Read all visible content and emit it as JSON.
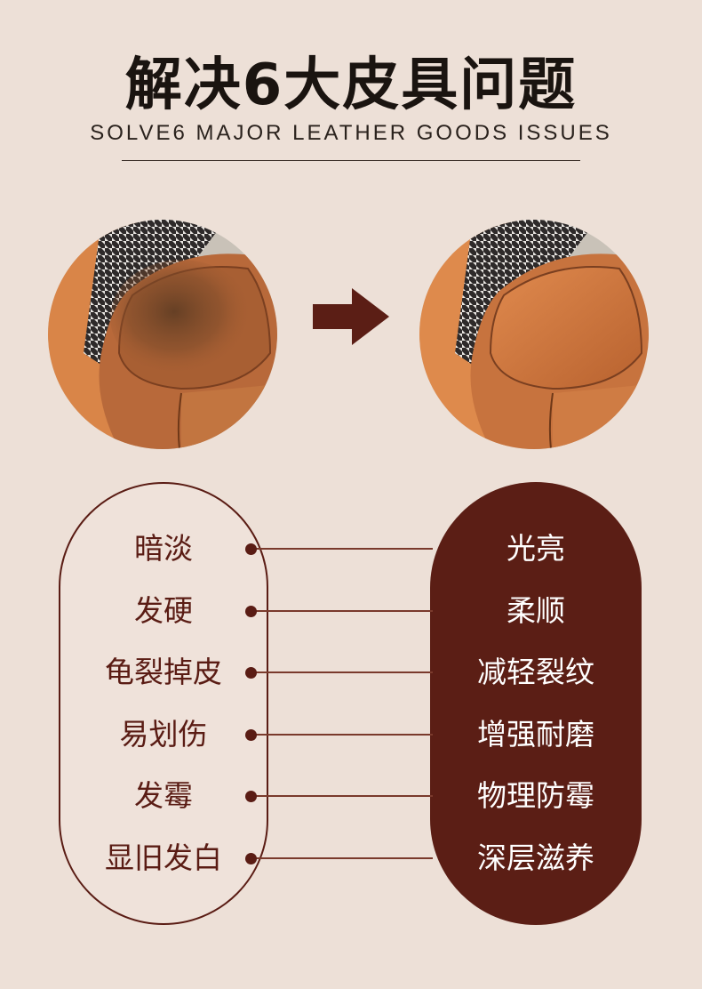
{
  "header": {
    "title": "解决6大皮具问题",
    "subtitle": "SOLVE6 MAJOR LEATHER GOODS ISSUES"
  },
  "images": {
    "before": "sofa-before-icon",
    "after": "sofa-after-icon",
    "arrow": "arrow-right-icon"
  },
  "colors": {
    "background": "#ede0d7",
    "accent_dark": "#5b1e15",
    "leather": "#c0703b"
  },
  "comparison": {
    "problems": [
      "暗淡",
      "发硬",
      "龟裂掉皮",
      "易划伤",
      "发霉",
      "显旧发白"
    ],
    "benefits": [
      "光亮",
      "柔顺",
      "减轻裂纹",
      "增强耐磨",
      "物理防霉",
      "深层滋养"
    ]
  }
}
